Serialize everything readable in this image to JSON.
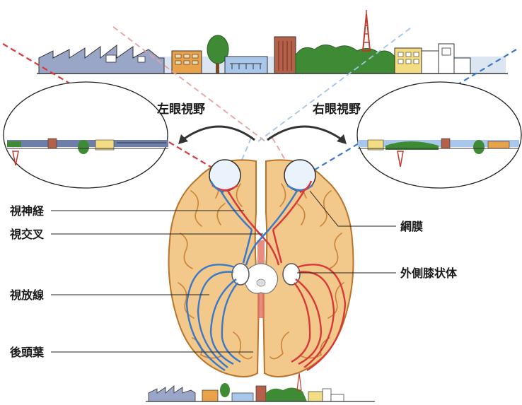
{
  "labels": {
    "left_visual_field": "左眼視野",
    "right_visual_field": "右眼視野",
    "optic_nerve": "視神経",
    "optic_chiasm": "視交叉",
    "optic_radiation": "視放線",
    "occipital_lobe": "後頭葉",
    "retina": "網膜",
    "lateral_geniculate_body": "外側膝状体"
  },
  "colors": {
    "left_field_pathway": "#d9383a",
    "right_field_pathway": "#3a78c9",
    "brain_fill": "#f2c98a",
    "brain_outline": "#b8742c",
    "sky": "#bcd4ee",
    "tree": "#3f8a35"
  }
}
